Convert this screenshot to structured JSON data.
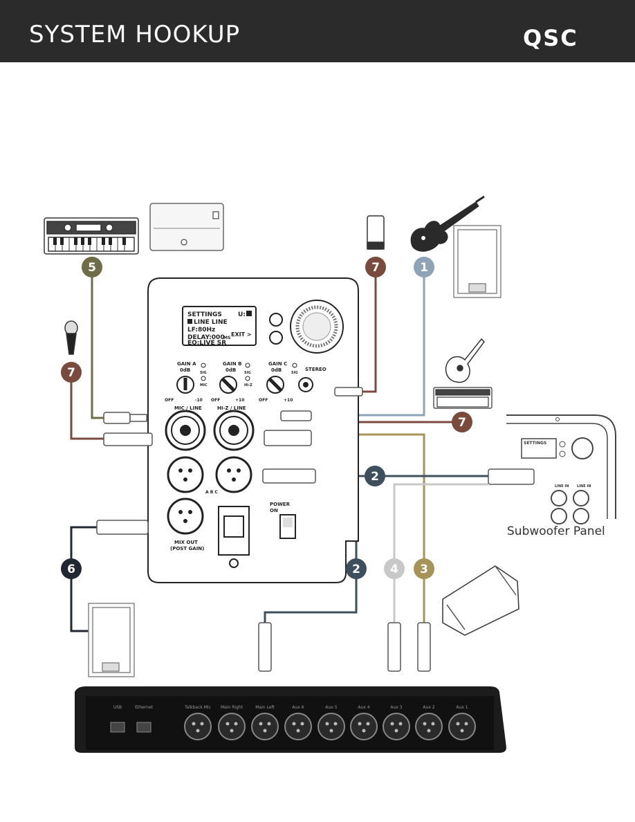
{
  "header": {
    "title": "SYSTEM HOOKUP",
    "logo": "QSC"
  },
  "colors": {
    "header_bg": "#2b2b2b",
    "badge_1": "#8fa3b7",
    "badge_2": "#3d4e5c",
    "badge_3": "#a69357",
    "badge_4": "#c8c8c8",
    "badge_5": "#6e6d48",
    "badge_6": "#222831",
    "badge_7": "#7a4a3c"
  },
  "badges": {
    "b1": "1",
    "b2": "2",
    "b3": "3",
    "b4": "4",
    "b5": "5",
    "b6": "6",
    "b7": "7"
  },
  "panel": {
    "lcd_line1": "SETTINGS",
    "lcd_line1_right": "U:",
    "lcd_line2": "LINE  LINE",
    "lcd_line3": "LF:80Hz",
    "lcd_line4": "DELAY:000",
    "lcd_line4_unit": "MS",
    "lcd_line5": "EQ:LIVE SR",
    "lcd_exit": "EXIT >",
    "gain_a": "GAIN A",
    "gain_b": "GAIN B",
    "gain_c": "GAIN C",
    "odb": "0dB",
    "sig": "SIG",
    "mic": "MIC",
    "hiz": "HI-Z",
    "off": "OFF",
    "plus10": "+10",
    "minus10": "-10",
    "stereo": "STEREO",
    "mic_line": "MIC / LINE",
    "hiz_line": "HI-Z / LINE",
    "abc": "A B C",
    "mix_out": "MIX OUT",
    "post_gain": "(POST GAIN)",
    "power": "POWER",
    "on": "ON"
  },
  "subwoofer": {
    "title": "Subwoofer Panel",
    "lcd": "SETTINGS",
    "line_in": "LINE IN"
  },
  "mixer_labels": [
    "USB",
    "Ethernet",
    "Talkback Mic",
    "Main Right",
    "Main Left",
    "Aux 6",
    "Aux 5",
    "Aux 4",
    "Aux 3",
    "Aux 2",
    "Aux 1"
  ]
}
